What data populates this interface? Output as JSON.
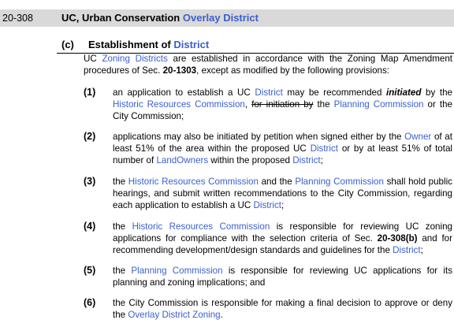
{
  "header": {
    "section_number": "20-308",
    "title_plain": "UC, Urban Conservation",
    "title_link": "Overlay District"
  },
  "subsection": {
    "marker": "(c)",
    "title_plain": "Establishment of",
    "title_link": "District"
  },
  "intro": {
    "a": "UC",
    "b": "Zoning Districts",
    "c": "are established in accordance with the Zoning Map Amendment procedures of Sec.",
    "d": "20-1303",
    "e": ", except as modified by the following provisions:"
  },
  "items": [
    {
      "num": "(1)",
      "a": "an application to establish a UC",
      "b": "District",
      "c": "may be recommended",
      "d": "initiated",
      "e": "by the",
      "f": "Historic Resources Commission",
      "g": ",",
      "h": "for initiation by",
      "i": "the",
      "j": "Planning Commission",
      "k": "or the City Commission;"
    },
    {
      "num": "(2)",
      "a": "applications may also be initiated by petition when signed either by the",
      "b": "Owner",
      "c": "of at least 51% of the area within the proposed UC",
      "d": "District",
      "e": "or by at least 51% of total number of",
      "f": "LandOwners",
      "g": "within the proposed",
      "h": "District",
      "i": ";"
    },
    {
      "num": "(3)",
      "a": "the",
      "b": "Historic Resources Commission",
      "c": "and the",
      "d": "Planning Commission",
      "e": "shall hold public hearings, and submit written recommendations to the City Commission, regarding each application to establish a UC",
      "f": "District",
      "g": ";"
    },
    {
      "num": "(4)",
      "a": "the",
      "b": "Historic Resources Commission",
      "c": "is responsible for reviewing UC zoning applications for compliance with the selection criteria of Sec.",
      "d": "20-308(b)",
      "e": "and for recommending development/design standards and guidelines for the",
      "f": "District",
      "g": ";"
    },
    {
      "num": "(5)",
      "a": "the",
      "b": "Planning Commission",
      "c": "is responsible for reviewing UC applications for its planning and zoning implications; and"
    },
    {
      "num": "(6)",
      "a": "the City Commission is responsible for making a final decision to approve or deny the",
      "b": "Overlay District Zoning",
      "c": "."
    }
  ]
}
